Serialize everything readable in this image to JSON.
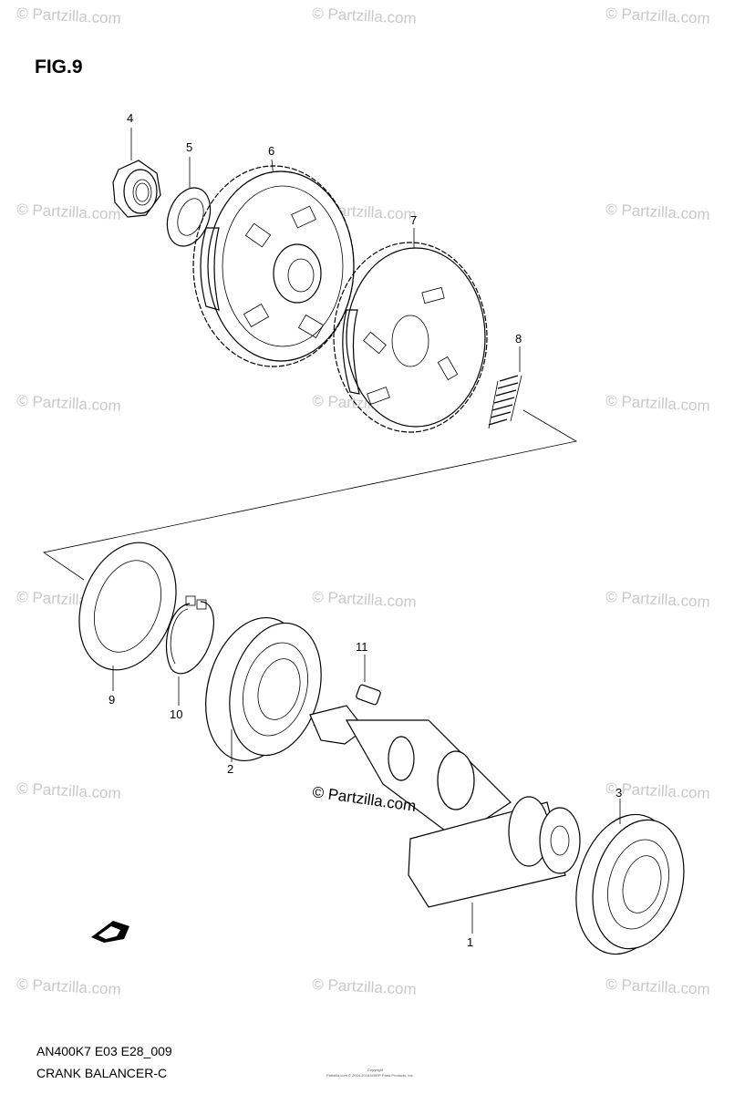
{
  "figure": {
    "title": "FIG.9"
  },
  "watermark": {
    "text": "© Partzilla.com",
    "center_text": "© Partzilla.com"
  },
  "parts": [
    {
      "number": "1"
    },
    {
      "number": "2"
    },
    {
      "number": "3"
    },
    {
      "number": "4"
    },
    {
      "number": "5"
    },
    {
      "number": "6"
    },
    {
      "number": "7"
    },
    {
      "number": "8"
    },
    {
      "number": "9"
    },
    {
      "number": "10"
    },
    {
      "number": "11"
    }
  ],
  "footer": {
    "code": "AN400K7 E03 E28_009",
    "caption": "CRANK BALANCER-C"
  },
  "copyright": {
    "line1": "Copyright",
    "line2": "Partzilla.com © 2004-2018 MSRP Parts Products, Inc."
  },
  "icons": {
    "direction": "fwd-arrow-icon"
  }
}
